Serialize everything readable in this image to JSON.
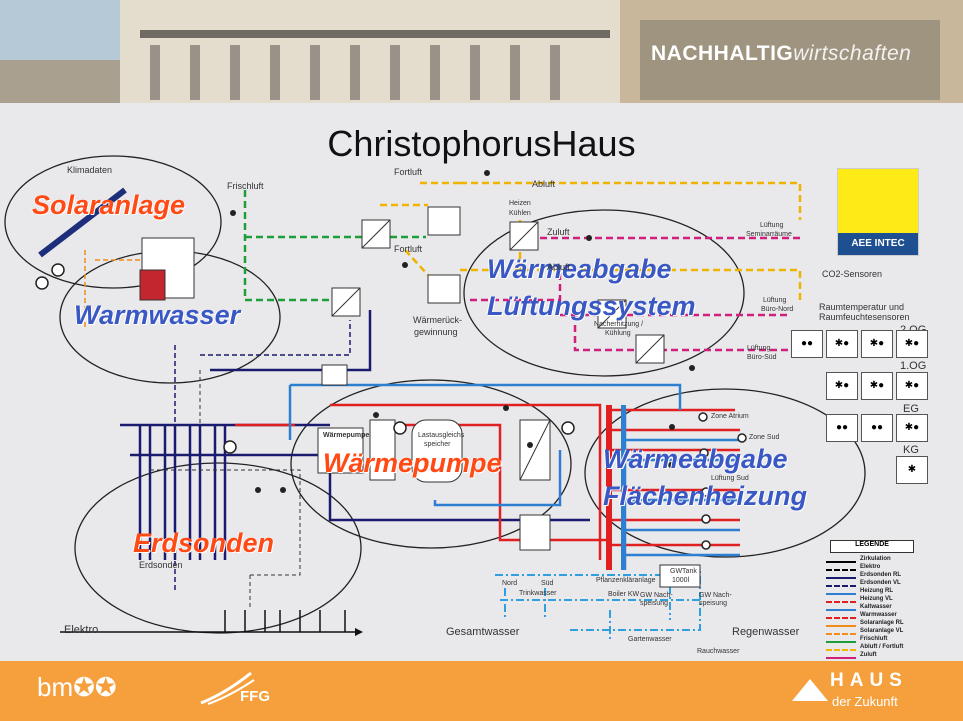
{
  "header": {
    "brand_bold": "NACHHALTIG",
    "brand_light": "wirtschaften"
  },
  "title": "ChristophorusHaus",
  "zones": {
    "solaranlage": "Solaranlage",
    "warmwasser": "Warmwasser",
    "waermeabgabe_lueftung_1": "Wärmeabgabe",
    "waermeabgabe_lueftung_2": "Lüftungssystem",
    "waermepumpe": "Wärmepumpe",
    "waermeabgabe_flaeche_1": "Wärmeabgabe",
    "waermeabgabe_flaeche_2": "Flächenheizung",
    "erdsonden": "Erdsonden"
  },
  "labels": {
    "klimadaten": "Klimadaten",
    "frischluft": "Frischluft",
    "fortluft_top": "Fortluft",
    "fortluft_mid": "Fortluft",
    "abluft_top": "Abluft",
    "abluft_mid": "Abluft",
    "zuluft": "Zuluft",
    "heizen_kuehlen_1": "Heizen",
    "heizen_kuehlen_2": "Kühlen",
    "waermerueck_1": "Wärmerück-",
    "waermerueck_2": "gewinnung",
    "lueftung_seminar_1": "Lüftung",
    "lueftung_seminar_2": "Seminarräume",
    "lueftung_nord_1": "Lüftung",
    "lueftung_nord_2": "Büro-Nord",
    "lueftung_sued_1": "Lüftung",
    "lueftung_sued_2": "Büro-Süd",
    "nacherhitzung_1": "Nacherhitzung /",
    "nacherhitzung_2": "Kühlung",
    "co2": "CO2-Sensoren",
    "raumtemp_1": "Raumtemperatur und",
    "raumtemp_2": "Raumfeuchtesensoren",
    "og2": "2.OG",
    "og1": "1.OG",
    "eg": "EG",
    "kg": "KG",
    "lastausgleich_1": "Lastausgleichs",
    "lastausgleich_2": "speicher",
    "waermepumpe_box": "Wärmepumpe",
    "erdsonden_small": "Erdsonden",
    "elektro": "Elektro",
    "gesamtwasser": "Gesamtwasser",
    "regenwasser": "Regenwasser",
    "trinkwasser": "Trinkwasser",
    "nord": "Nord",
    "sued": "Süd",
    "boiler_kw": "Boiler KW",
    "gw_nach_1a": "GW Nach-",
    "gw_nach_1b": "speisung",
    "gw_nach_2a": "GW Nach-",
    "gw_nach_2b": "speisung",
    "gwtank_1": "GWTank",
    "gwtank_2": "1000l",
    "pflanzenklaer": "Pflanzenkläranlage",
    "gartenwasser": "Gartenwasser",
    "rauchwasser": "Rauchwasser",
    "zone_atrium": "Zone Atrium",
    "zone_sud": "Zone Sud",
    "lueftung_sud": "Lüftung Sud",
    "lueftung_flaeche": "Lüftung Süd",
    "aee": "AEE INTEC"
  },
  "legend": {
    "title": "LEGENDE",
    "rows": [
      {
        "text": "Zirkulation",
        "color": "#000000"
      },
      {
        "text": "Elektro",
        "color": "#000000"
      },
      {
        "text": "Erdsonden RL",
        "color": "#1a1a6e"
      },
      {
        "text": "Erdsonden VL",
        "color": "#1a1a6e"
      },
      {
        "text": "Heizung RL",
        "color": "#2f7fd0"
      },
      {
        "text": "Heizung VL",
        "color": "#e02020"
      },
      {
        "text": "Kaltwasser",
        "color": "#2f7fd0"
      },
      {
        "text": "Warmwasser",
        "color": "#e02020"
      },
      {
        "text": "Solaranlage RL",
        "color": "#f28c1a"
      },
      {
        "text": "Solaranlage VL",
        "color": "#f28c1a"
      },
      {
        "text": "Frischluft",
        "color": "#1e9e3a"
      },
      {
        "text": "Abluft / Fortluft",
        "color": "#f0b400"
      },
      {
        "text": "Zuluft",
        "color": "#d0207a"
      }
    ]
  },
  "footer": {
    "bmvit": "bm✪✪",
    "ffg": "FFG",
    "haus": "HAUS",
    "zukunft": "der Zukunft"
  },
  "colors": {
    "green": "#1e9e3a",
    "yellow": "#f0b400",
    "magenta": "#d0207a",
    "red": "#e02020",
    "blue": "#2f7fd0",
    "navy": "#1a1a6e",
    "orange": "#f28c1a",
    "footer": "#f6a03d",
    "aee_yellow": "#fdea17"
  }
}
